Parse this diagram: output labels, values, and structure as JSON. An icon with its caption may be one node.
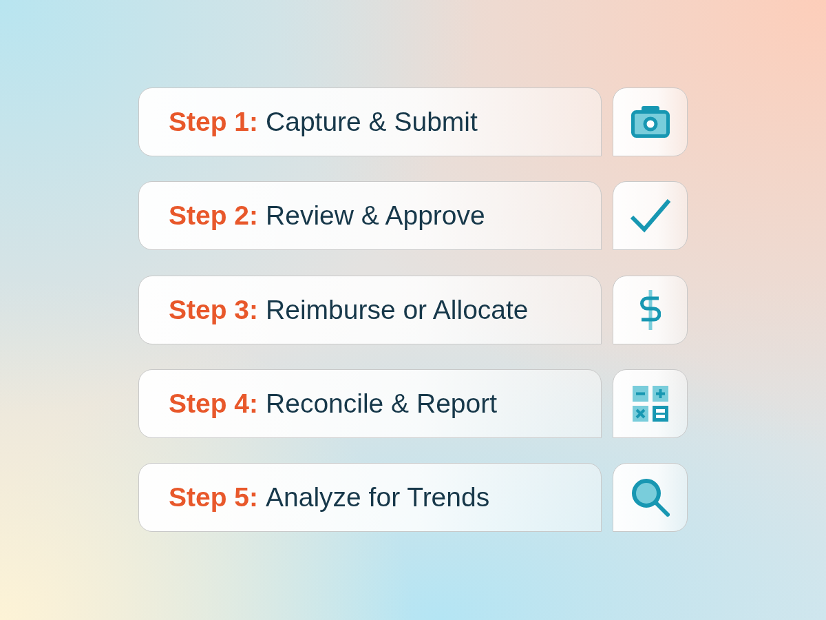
{
  "diagram": {
    "nodes": [
      {
        "text": [
          "Step 1:",
          "Capture & Submit"
        ]
      },
      {
        "text": [],
        "shape": "box"
      },
      {
        "text": [
          "Step 2:",
          "Review & Approve"
        ]
      },
      {
        "text": [],
        "shape": "box"
      },
      {
        "text": [
          "Step 3:",
          "Reimburse or Allocate"
        ]
      },
      {
        "text": [],
        "shape": "box"
      },
      {
        "text": [
          "Step 4:",
          "Reconcile & Report"
        ]
      },
      {
        "text": [],
        "shape": "box"
      },
      {
        "text": [
          "Step 5:",
          "Analyze for Trends"
        ]
      },
      {
        "text": [],
        "shape": "box"
      }
    ],
    "edges": []
  }
}
